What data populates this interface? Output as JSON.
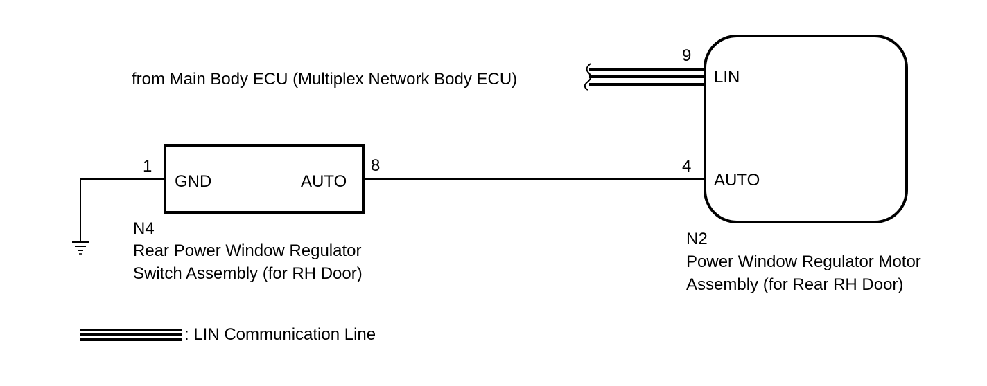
{
  "source": {
    "label": "from Main Body ECU (Multiplex Network Body ECU)"
  },
  "component_n2": {
    "code": "N2",
    "name_line1": "Power Window Regulator Motor",
    "name_line2": "Assembly (for Rear RH Door)",
    "terminals": {
      "lin": {
        "pin": "9",
        "name": "LIN"
      },
      "auto": {
        "pin": "4",
        "name": "AUTO"
      }
    }
  },
  "component_n4": {
    "code": "N4",
    "name_line1": "Rear Power Window Regulator",
    "name_line2": "Switch Assembly (for RH Door)",
    "terminals": {
      "gnd": {
        "pin": "1",
        "name": "GND"
      },
      "auto": {
        "pin": "8",
        "name": "AUTO"
      }
    }
  },
  "legend": {
    "lin_line_text": ": LIN Communication Line"
  },
  "colors": {
    "line": "#000000",
    "background": "#ffffff"
  }
}
